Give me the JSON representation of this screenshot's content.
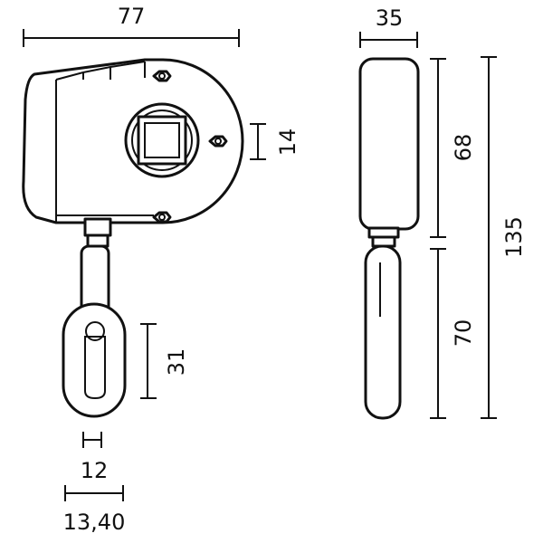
{
  "drawing": {
    "front_view": {
      "width_label": "77",
      "square_axle_label": "14",
      "eye_height_label": "31",
      "eye_slot_width_label": "12",
      "eye_outer_width_label": "13,40"
    },
    "side_view": {
      "depth_label": "35",
      "housing_height_label": "68",
      "crank_length_label": "70",
      "total_height_label": "135"
    },
    "colors": {
      "line": "#111111",
      "background": "#ffffff"
    }
  }
}
